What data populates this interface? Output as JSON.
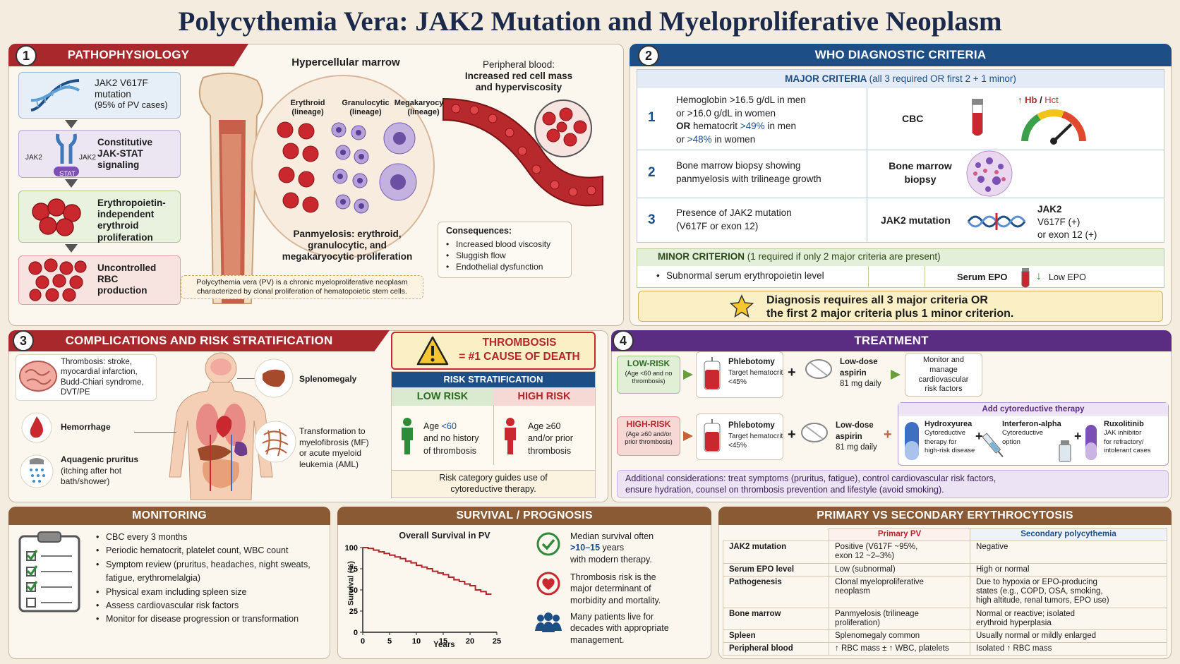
{
  "title": "Polycythemia Vera: JAK2 Mutation and Myeloproliferative Neoplasm",
  "colors": {
    "red": "#a8282c",
    "blue": "#1d4e86",
    "purple": "#5a2d82",
    "brown": "#8a5a35",
    "navy": "#1b2a4a"
  },
  "p1": {
    "num": "1",
    "header": "PATHOPHYSIOLOGY",
    "steps": [
      {
        "l1": "JAK2 V617F",
        "l2": "mutation",
        "l3": "(95% of PV cases)"
      },
      {
        "l1": "Constitutive",
        "l2": "JAK-STAT",
        "l3": "signaling"
      },
      {
        "l1": "Erythropoietin-",
        "l2": "independent",
        "l3": "erythroid",
        "l4": "proliferation"
      },
      {
        "l1": "Uncontrolled",
        "l2": "RBC",
        "l3": "production"
      }
    ],
    "jak_left": "JAK2",
    "jak_right": "JAK2",
    "stat": "STAT",
    "marrow_title": "Hypercellular marrow",
    "lin": [
      {
        "a": "Erythroid",
        "b": "(lineage)"
      },
      {
        "a": "Granulocytic",
        "b": "(lineage)"
      },
      {
        "a": "Megakaryocytic",
        "b": "(lineage)"
      }
    ],
    "pan1": "Panmyelosis: erythroid,",
    "pan2": "granulocytic, and",
    "pan3": "megakaryocytic proliferation",
    "pb1": "Peripheral blood:",
    "pb2": "Increased red cell mass",
    "pb3": "and hyperviscosity",
    "cons_title": "Consequences:",
    "cons": [
      "Increased blood viscosity",
      "Sluggish flow",
      "Endothelial dysfunction"
    ],
    "def1": "Polycythemia vera (PV) is a chronic myeloproliferative neoplasm",
    "def2": "characterized by clonal proliferation of hematopoietic stem cells."
  },
  "p2": {
    "num": "2",
    "header": "WHO DIAGNOSTIC CRITERIA",
    "major_title": "MAJOR CRITERIA",
    "major_sub": "(all 3 required OR first 2 + 1 minor)",
    "c1": {
      "n": "1",
      "l1": "Hemoglobin >16.5 g/dL in men",
      "l2": "or >16.0 g/dL in women",
      "l3a": "OR",
      "l3b": " hematocrit ",
      "l3c": ">49%",
      "l3d": " in men",
      "l4a": "or ",
      "l4b": ">48%",
      "l4c": " in women",
      "test": "CBC",
      "hb": "↑ Hb",
      "sep": " / ",
      "hct": "Hct"
    },
    "c2": {
      "n": "2",
      "l1": "Bone marrow biopsy showing",
      "l2": "panmyelosis with trilineage growth",
      "t1": "Bone marrow",
      "t2": "biopsy"
    },
    "c3": {
      "n": "3",
      "l1": "Presence of JAK2 mutation",
      "l2": "(V617F or exon 12)",
      "test": "JAK2 mutation",
      "r1": "JAK2",
      "r2": "V617F (+)",
      "r3": "or exon 12 (+)"
    },
    "minor_title": "MINOR CRITERION",
    "minor_sub": "(1 required if only 2 major criteria are present)",
    "minor_item": "Subnormal serum erythropoietin level",
    "epo": "Serum EPO",
    "low_epo": "Low EPO",
    "dx1": "Diagnosis requires all 3 major criteria OR",
    "dx2": "the first 2 major criteria plus 1 minor criterion."
  },
  "p3": {
    "num": "3",
    "header": "COMPLICATIONS AND RISK STRATIFICATION",
    "thromb": [
      "Thrombosis: stroke,",
      "myocardial infarction,",
      "Budd-Chiari syndrome,",
      "DVT/PE"
    ],
    "hemorrhage": "Hemorrhage",
    "prur": [
      "Aquagenic pruritus",
      "(itching after hot",
      "bath/shower)"
    ],
    "spleno": "Splenomegaly",
    "transf": [
      "Transformation to",
      "myelofibrosis (MF)",
      "or acute myeloid",
      "leukemia (AML)"
    ],
    "th1": "THROMBOSIS",
    "th2": "= #1 CAUSE OF DEATH",
    "risk_title": "RISK STRATIFICATION",
    "low": "LOW RISK",
    "high": "HIGH RISK",
    "low_t": {
      "a": "Age ",
      "b": "<60",
      "c": "and no history",
      "d": "of thrombosis"
    },
    "high_t": {
      "a": "Age ≥60",
      "b": "and/or prior",
      "c": "thrombosis"
    },
    "risk_note1": "Risk category guides use of",
    "risk_note2": "cytoreductive therapy."
  },
  "p4": {
    "num": "4",
    "header": "TREATMENT",
    "lr": {
      "t": "LOW-RISK",
      "s1": "(Age <60 and no",
      "s2": "thrombosis)"
    },
    "hr": {
      "t": "HIGH-RISK",
      "s1": "(Age ≥60 and/or",
      "s2": "prior thrombosis)"
    },
    "phl": {
      "t": "Phlebotomy",
      "s1": "Target hematocrit",
      "s2": "<45%"
    },
    "asp": {
      "t1": "Low-dose",
      "t2": "aspirin",
      "s": "81 mg daily"
    },
    "mon": [
      "Monitor and",
      "manage",
      "cardiovascular",
      "risk factors"
    ],
    "add": "Add cytoreductive therapy",
    "hu": {
      "t": "Hydroxyurea",
      "s1": "Cytoreductive",
      "s2": "therapy for",
      "s3": "high-risk disease"
    },
    "ifn": {
      "t": "Interferon-alpha",
      "s1": "Cytoreductive",
      "s2": "option"
    },
    "rux": {
      "t": "Ruxolitinib",
      "s1": "JAK inhibitor",
      "s2": "for refractory/",
      "s3": "intolerant cases"
    },
    "addl1": "Additional considerations: treat symptoms (pruritus, fatigue), control cardiovascular risk factors,",
    "addl2": "ensure hydration, counsel on thrombosis prevention and lifestyle (avoid smoking)."
  },
  "mon": {
    "header": "MONITORING",
    "items": [
      "CBC every 3 months",
      "Periodic hematocrit, platelet count, WBC count",
      "Symptom review (pruritus, headaches, night sweats,",
      "fatigue, erythromelalgia)",
      "Physical exam including spleen size",
      "Assess cardiovascular risk factors",
      "Monitor for disease progression or transformation"
    ]
  },
  "surv": {
    "header": "SURVIVAL / PROGNOSIS",
    "n1": {
      "a": "Median survival often",
      "b": ">10–15",
      "c": " years",
      "d": "with modern therapy."
    },
    "n2": [
      "Thrombosis risk is the",
      "major determinant of",
      "morbidity and mortality."
    ],
    "n3": [
      "Many patients live for",
      "decades with appropriate",
      "management."
    ]
  },
  "chart_data": {
    "type": "line",
    "title": "Overall Survival in PV",
    "xlabel": "Years",
    "ylabel": "Survival (%)",
    "xlim": [
      0,
      25
    ],
    "ylim": [
      0,
      100
    ],
    "x_ticks": [
      0,
      5,
      10,
      15,
      20,
      25
    ],
    "y_ticks": [
      0,
      25,
      50,
      75,
      100
    ],
    "series": [
      {
        "color": "#b5252a",
        "x": [
          0,
          1,
          2,
          3,
          4,
          5,
          6,
          7,
          8,
          9,
          10,
          11,
          12,
          13,
          14,
          15,
          16,
          17,
          18,
          19,
          20,
          21,
          22,
          23,
          24
        ],
        "y": [
          100,
          99,
          97,
          95,
          93,
          91,
          89,
          87,
          84,
          82,
          79,
          77,
          75,
          72,
          70,
          68,
          65,
          62,
          60,
          57,
          55,
          50,
          48,
          45,
          45
        ]
      }
    ]
  },
  "cmp": {
    "header": "PRIMARY VS SECONDARY ERYTHROCYTOSIS",
    "col1": "Primary PV",
    "col2": "Secondary polycythemia",
    "rows": [
      {
        "k": "JAK2 mutation",
        "a": "Positive (V617F ~95%,\nexon 12 ~2–3%)",
        "b": "Negative"
      },
      {
        "k": "Serum EPO level",
        "a": "Low (subnormal)",
        "b": "High or normal"
      },
      {
        "k": "Pathogenesis",
        "a": "Clonal myeloproliferative\nneoplasm",
        "b": "Due to hypoxia or EPO-producing\nstates (e.g., COPD, OSA, smoking,\nhigh altitude, renal tumors, EPO use)"
      },
      {
        "k": "Bone marrow",
        "a": "Panmyelosis (trilineage\nproliferation)",
        "b": "Normal or reactive; isolated\nerythroid hyperplasia"
      },
      {
        "k": "Spleen",
        "a": "Splenomegaly common",
        "b": "Usually normal or mildly enlarged"
      },
      {
        "k": "Peripheral blood",
        "a": "↑ RBC mass ± ↑ WBC, platelets",
        "b": "Isolated ↑ RBC mass"
      }
    ]
  }
}
